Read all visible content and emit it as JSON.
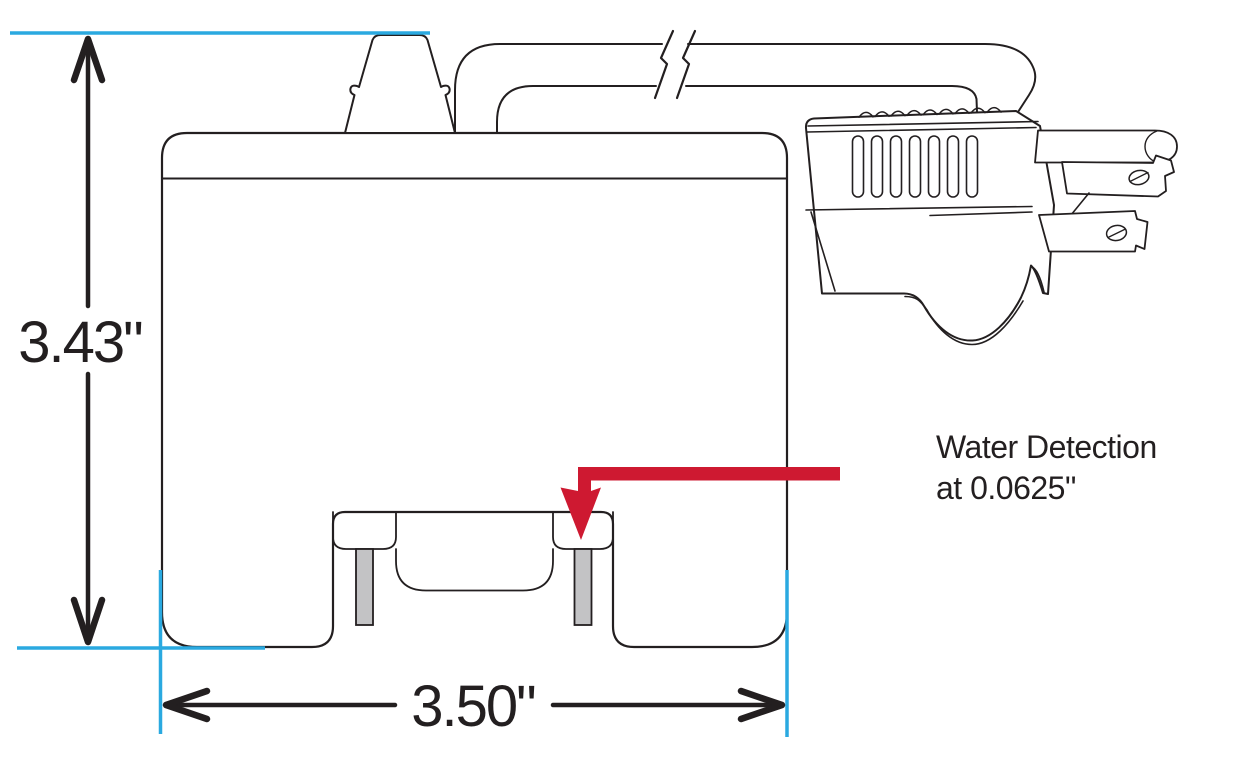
{
  "diagram": {
    "height_label": "3.43\"",
    "width_label": "3.50\"",
    "callout": {
      "line1": "Water Detection",
      "line2": "at 0.0625\""
    },
    "colors": {
      "outline": "#231f20",
      "extension_line": "#2aa9e0",
      "callout_red": "#ce1931",
      "probe_gray": "#c3c3c5",
      "background": "#ffffff"
    }
  }
}
